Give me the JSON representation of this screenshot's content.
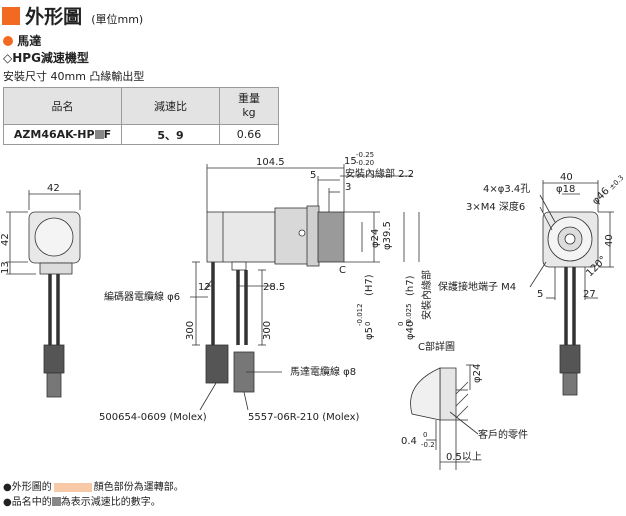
{
  "header": {
    "title": "外形圖",
    "unit": "(單位mm)"
  },
  "section": {
    "motor": "馬達",
    "product": "◇HPG減速機型",
    "spec_line": "安裝尺寸 40mm 凸緣輸出型"
  },
  "table": {
    "headers": [
      "品名",
      "減速比",
      "重量",
      "kg"
    ],
    "row": {
      "model_prefix": "AZM46AK-HP",
      "model_suffix": "F",
      "ratio": "5、9",
      "weight": "0.66"
    }
  },
  "dims": {
    "d42": "42",
    "d42v": "42",
    "d13": "13",
    "d104_5": "104.5",
    "d15": "15",
    "d15_tol_up": "-0.25",
    "d15_tol_dn": "-0.20",
    "d5": "5",
    "d3": "3",
    "flange": "安裝內緣部 2.2",
    "phi24": "φ24",
    "phi39_5": "φ39.5",
    "c": "C",
    "h7a": "(H7)",
    "h7b": "(h7)",
    "phi5": "φ5",
    "phi5_tol_up": "-0.012",
    "phi5_tol_dn": "0",
    "phi40": "φ40",
    "phi40_tol_up": "0",
    "phi40_tol_dn": "-0.025",
    "inner_side": "安裝內緣部",
    "d12": "12",
    "d28_5": "28.5",
    "d300a": "300",
    "d300b": "300",
    "d40": "40",
    "phi18": "φ18",
    "holes": "4×φ3.4孔",
    "screws": "3×M4 深度6",
    "phi46": "φ46",
    "phi46_tol": "±0.3",
    "d40v": "40",
    "angle": "120°",
    "ground": "保護接地端子 M4",
    "d5b": "5",
    "d27": "27",
    "detail": "C部詳圖",
    "phi24b": "φ24",
    "customer": "客戶的零件",
    "d0_4": "0.4",
    "d0_4_tol_up": "0",
    "d0_4_tol_dn": "-0.2",
    "d0_5": "0.5以上"
  },
  "callouts": {
    "encoder": "編碼器電纜線 φ6",
    "motor_cable": "馬達電纜線 φ8",
    "conn1": "500654-0609 (Molex)",
    "conn2": "5557-06R-210 (Molex)"
  },
  "notes": {
    "note1_pre": "●外形圖的",
    "note1_post": "顏色部份為運轉部。",
    "note2_pre": "●品名中的",
    "note2_post": "為表示減速比的數字。"
  },
  "colors": {
    "accent": "#f26a21",
    "motor_body": "#e8e8e8",
    "dark": "#333333",
    "swatch": "#f7c9a6"
  }
}
